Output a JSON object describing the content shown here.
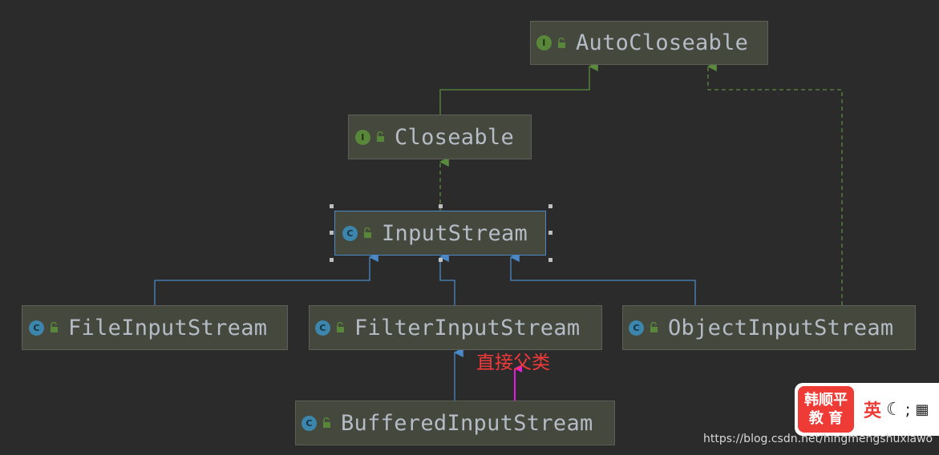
{
  "nodes": [
    {
      "id": "autocloseable",
      "label": "AutoCloseable",
      "kind": "interface",
      "badge": "I"
    },
    {
      "id": "closeable",
      "label": "Closeable",
      "kind": "interface",
      "badge": "I"
    },
    {
      "id": "inputstream",
      "label": "InputStream",
      "kind": "class",
      "badge": "C",
      "selected": true
    },
    {
      "id": "fileinputstream",
      "label": "FileInputStream",
      "kind": "class",
      "badge": "C"
    },
    {
      "id": "filterinputstream",
      "label": "FilterInputStream",
      "kind": "class",
      "badge": "C"
    },
    {
      "id": "objectinputstream",
      "label": "ObjectInputStream",
      "kind": "class",
      "badge": "C"
    },
    {
      "id": "bufferedinputstream",
      "label": "BufferedInputStream",
      "kind": "class",
      "badge": "C"
    }
  ],
  "edges": [
    {
      "from": "closeable",
      "to": "autocloseable",
      "type": "extends-interface"
    },
    {
      "from": "inputstream",
      "to": "closeable",
      "type": "implements"
    },
    {
      "from": "objectinputstream",
      "to": "autocloseable",
      "type": "implements"
    },
    {
      "from": "fileinputstream",
      "to": "inputstream",
      "type": "extends-class"
    },
    {
      "from": "filterinputstream",
      "to": "inputstream",
      "type": "extends-class"
    },
    {
      "from": "objectinputstream",
      "to": "inputstream",
      "type": "extends-class"
    },
    {
      "from": "bufferedinputstream",
      "to": "filterinputstream",
      "type": "extends-class"
    }
  ],
  "annotation": {
    "text": "直接父类",
    "color": "#f23a3a",
    "arrow_color": "#e61ce6"
  },
  "colors": {
    "background": "#2b2b2b",
    "node_fill": "#45483d",
    "interface_edge": "#5a8a3c",
    "class_edge": "#4a88c7",
    "selection": "#4a88c7",
    "interface_badge": "#59873a",
    "class_badge": "#3c86ad"
  },
  "ime": {
    "logo_line1": "韩顺平",
    "logo_line2": "教 育",
    "lang": "英",
    "moon_icon": "moon-icon",
    "punct": ";",
    "keyboard_icon": "keyboard-icon"
  },
  "watermark": "https://blog.csdn.net/hingmengshuxiawo"
}
